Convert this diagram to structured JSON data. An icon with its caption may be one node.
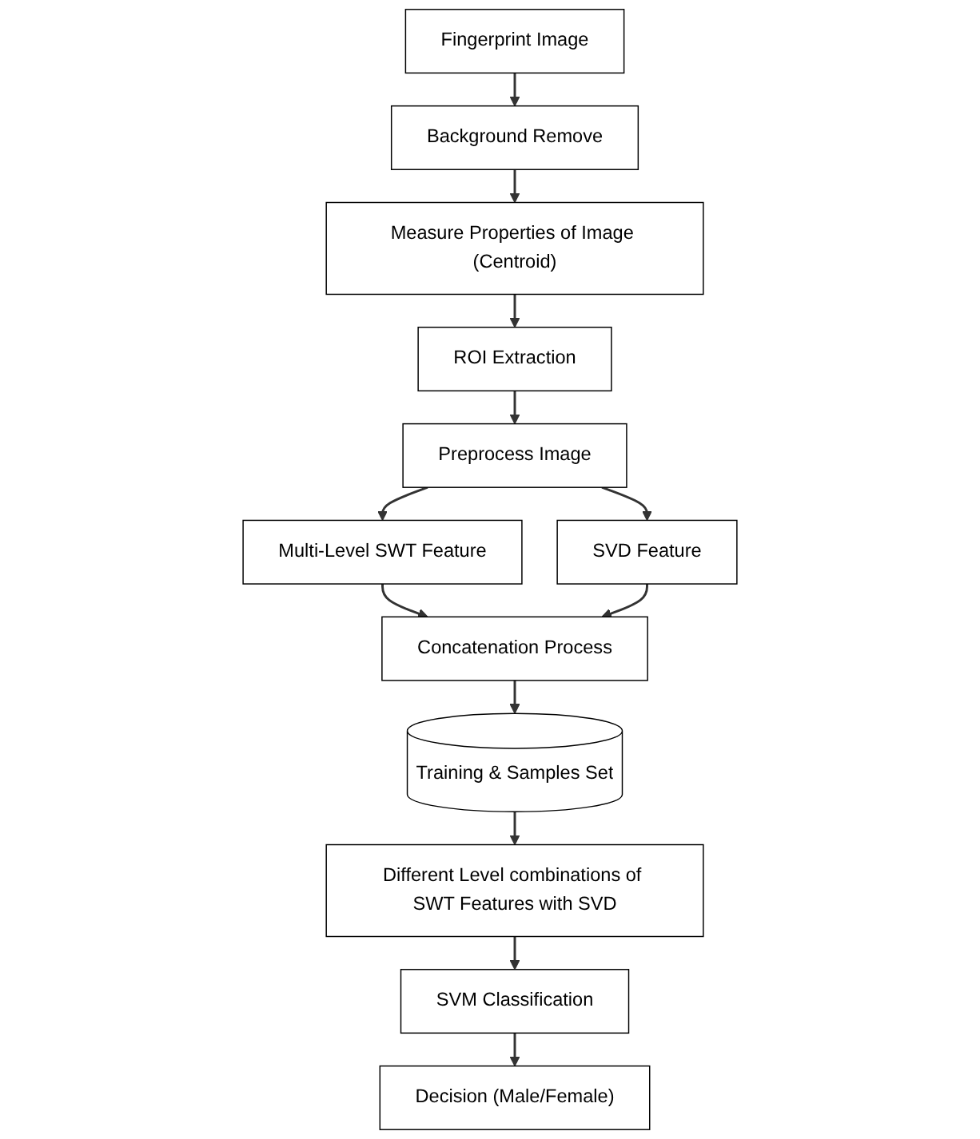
{
  "diagram": {
    "nodes": [
      {
        "text": [
          "Fingerprint Image"
        ]
      },
      {
        "text": [
          "Background Remove"
        ]
      },
      {
        "text": [
          "Measure Properties of Image (Centroid)"
        ]
      },
      {
        "text": [
          "ROI Extraction"
        ]
      },
      {
        "text": [
          "Preprocess Image"
        ]
      },
      {
        "text": [
          "Multi-Level SWT Feature"
        ]
      },
      {
        "text": [
          "SVD Feature"
        ]
      },
      {
        "text": [
          "Concatenation Process"
        ]
      },
      {
        "text": [
          "Training & Samples Set"
        ]
      },
      {
        "text": [
          "Different Level combinations of SWT Features with SVD"
        ]
      },
      {
        "text": [
          "SVM Classification"
        ]
      },
      {
        "text": [
          "Decision (Male/Female)"
        ]
      }
    ],
    "edges": [
      {
        "from": 0,
        "to": 1,
        "arrow": "to"
      },
      {
        "from": 1,
        "to": 2,
        "arrow": "to"
      },
      {
        "from": 2,
        "to": 3,
        "arrow": "to"
      },
      {
        "from": 3,
        "to": 4,
        "arrow": "to"
      },
      {
        "from": 4,
        "to": 5,
        "arrow": "to"
      },
      {
        "from": 4,
        "to": 6,
        "arrow": "to"
      },
      {
        "from": 5,
        "to": 7,
        "arrow": "to"
      },
      {
        "from": 6,
        "to": 7,
        "arrow": "to"
      },
      {
        "from": 7,
        "to": 8,
        "arrow": "to"
      },
      {
        "from": 8,
        "to": 9,
        "arrow": "to"
      },
      {
        "from": 9,
        "to": 10,
        "arrow": "to"
      },
      {
        "from": 10,
        "to": 11,
        "arrow": "to"
      }
    ]
  }
}
